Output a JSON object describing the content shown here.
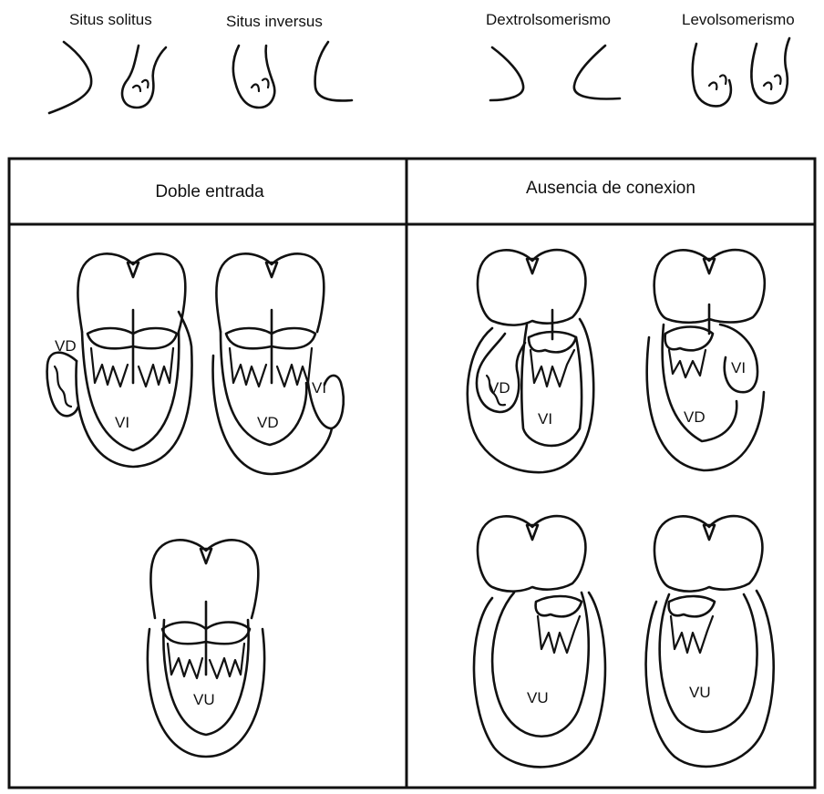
{
  "situs_labels": {
    "solitus": "Situs solitus",
    "inversus": "Situs inversus",
    "dextro": "Dextrolsomerismo",
    "levo": "Levolsomerismo"
  },
  "panels": {
    "left_title": "Doble entrada",
    "right_title": "Ausencia de conexion"
  },
  "chambers": {
    "h1_a": "VD",
    "h1_b": "VI",
    "h2_a": "VI",
    "h2_b": "VD",
    "h3_a": "VU",
    "h4_a": "VD",
    "h4_b": "VI",
    "h5_a": "VI",
    "h5_b": "VD",
    "h6_a": "VU",
    "h7_a": "VU"
  }
}
